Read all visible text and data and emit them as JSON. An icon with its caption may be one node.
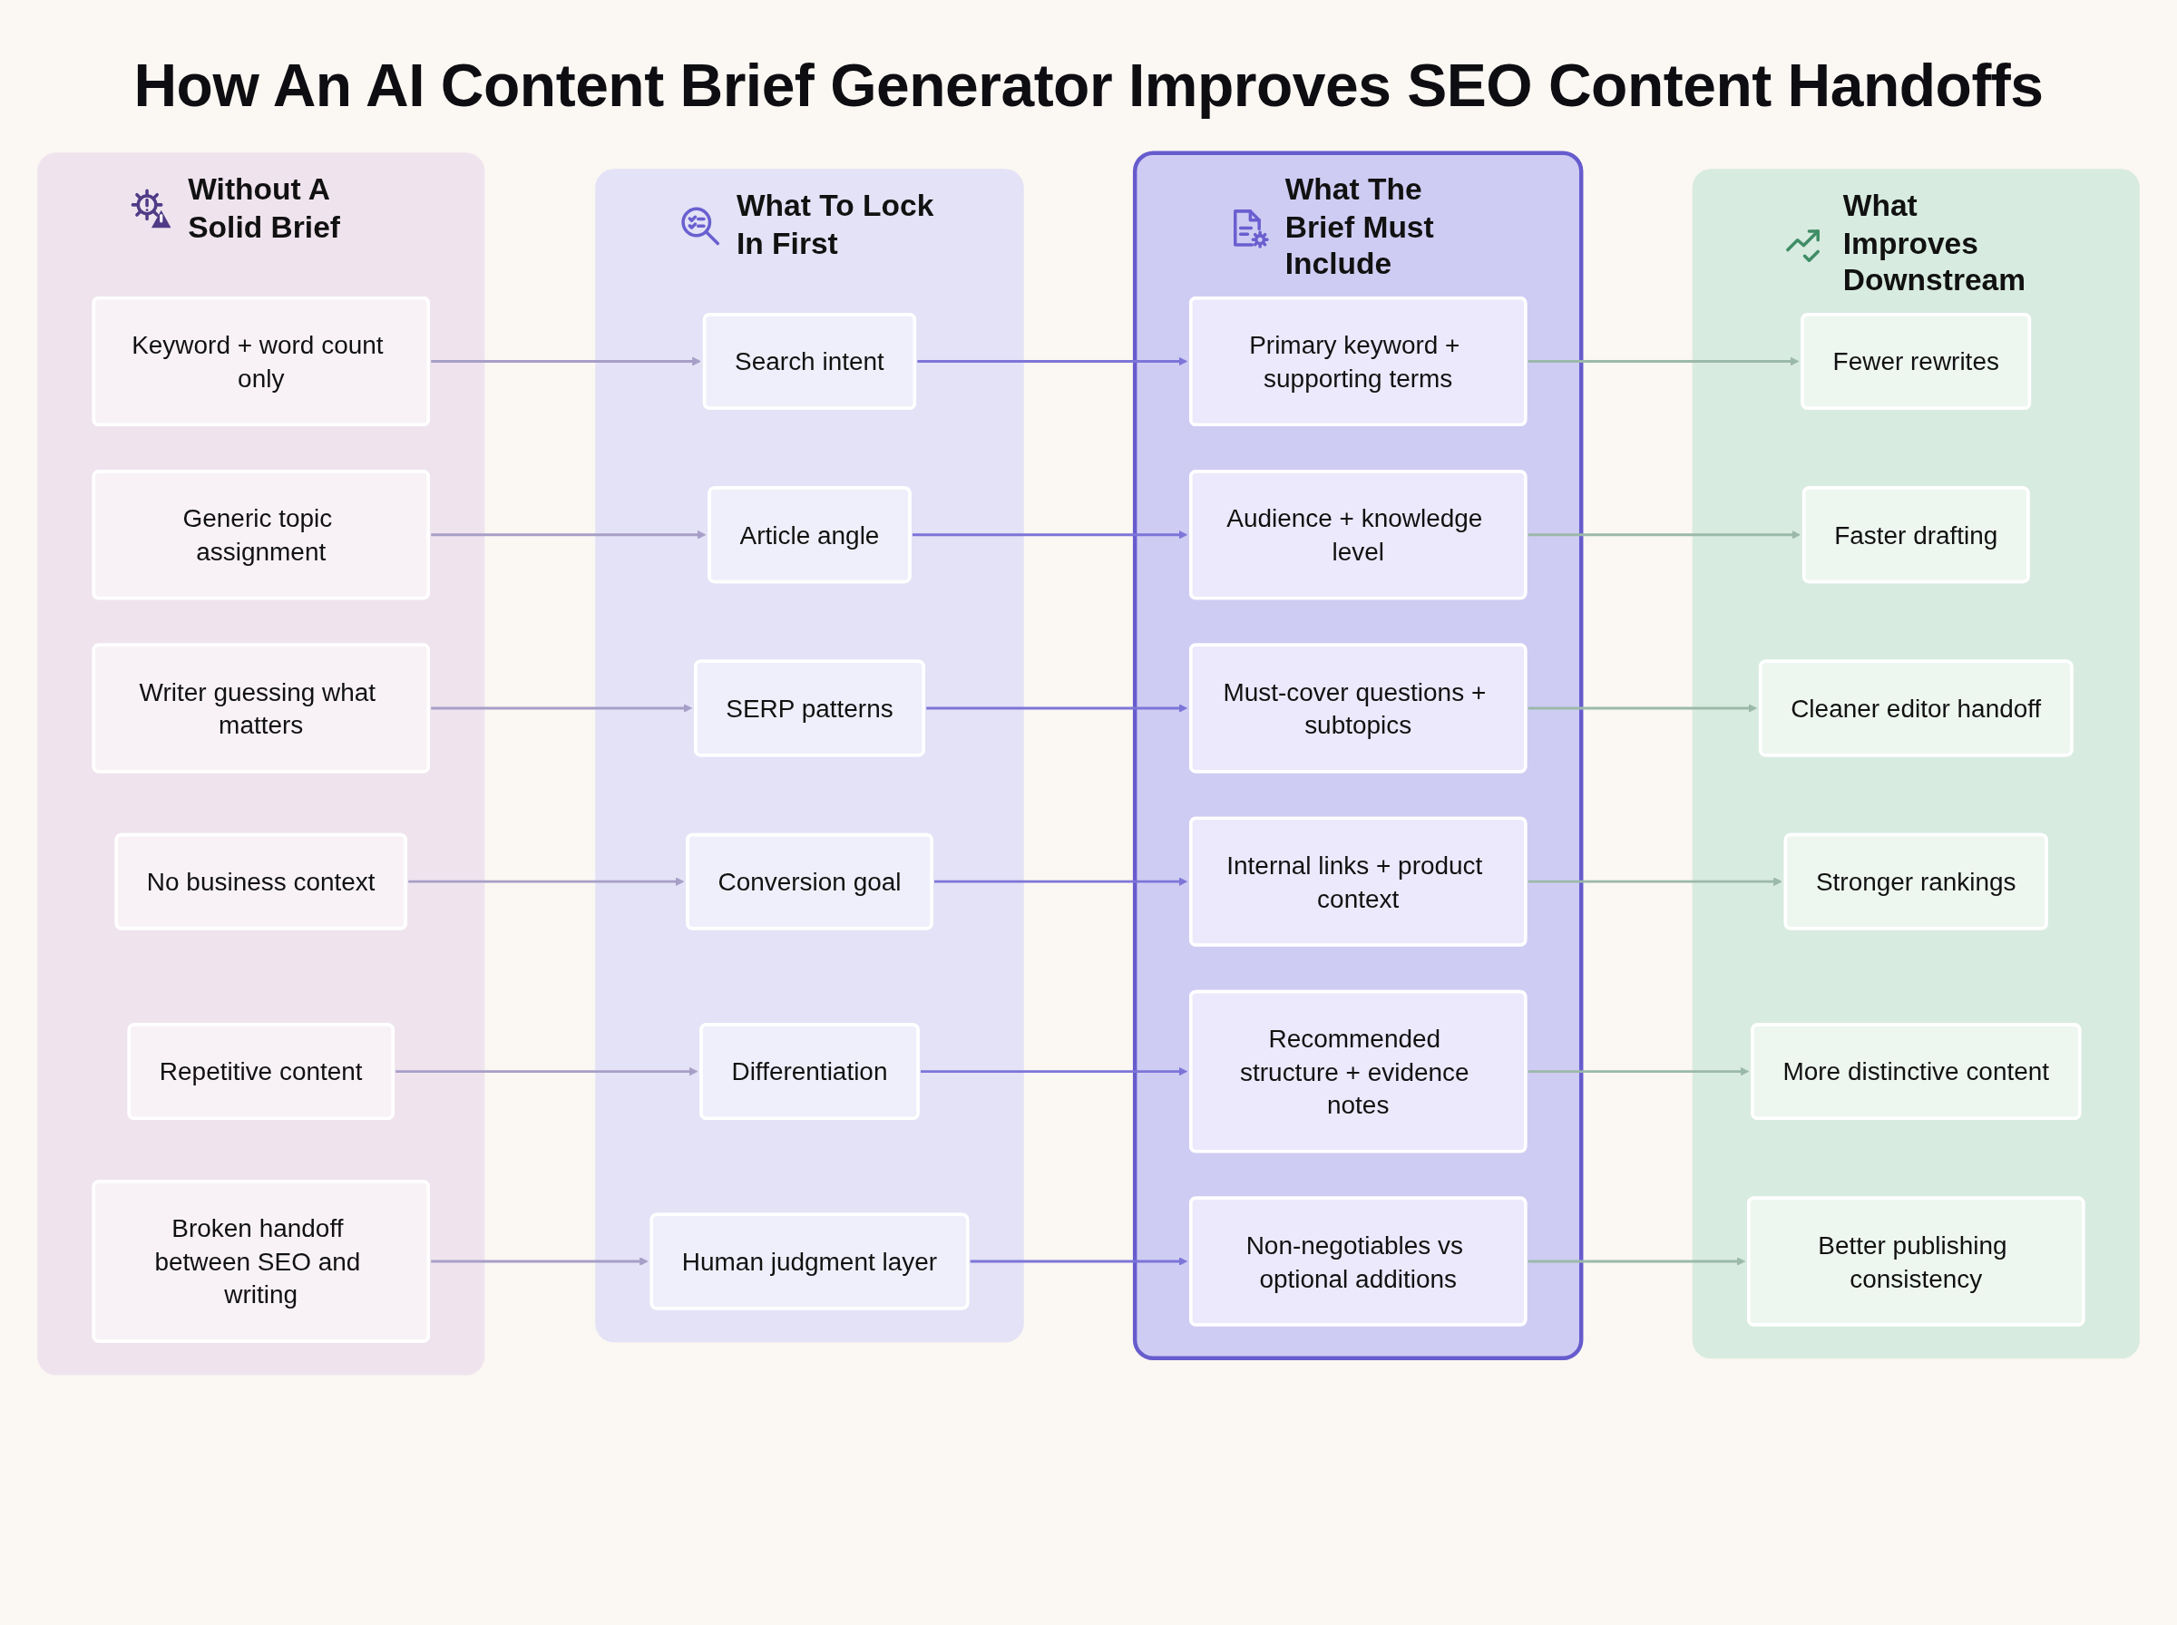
{
  "diagram": {
    "title": "How An AI Content Brief Generator Improves SEO Content Handoffs",
    "nodes": [
      {
        "text": [
          "Without A Solid Brief"
        ]
      },
      {
        "text": [
          "Keyword + word count only"
        ],
        "in": 0
      },
      {
        "text": [
          "Generic topic assignment"
        ],
        "in": 0
      },
      {
        "text": [
          "Writer guessing what matters"
        ],
        "in": 0
      },
      {
        "text": [
          "No business context"
        ],
        "in": 0
      },
      {
        "text": [
          "Repetitive content"
        ],
        "in": 0
      },
      {
        "text": [
          "Broken handoff between SEO and writing"
        ],
        "in": 0
      },
      {
        "text": [
          "What To Lock In First"
        ]
      },
      {
        "text": [
          "Search intent"
        ],
        "in": 7
      },
      {
        "text": [
          "Article angle"
        ],
        "in": 7
      },
      {
        "text": [
          "SERP patterns"
        ],
        "in": 7
      },
      {
        "text": [
          "Conversion goal"
        ],
        "in": 7
      },
      {
        "text": [
          "Differentiation"
        ],
        "in": 7
      },
      {
        "text": [
          "Human judgment layer"
        ],
        "in": 7
      },
      {
        "text": [
          "What The Brief Must Include"
        ]
      },
      {
        "text": [
          "Primary keyword + supporting terms"
        ],
        "in": 14
      },
      {
        "text": [
          "Audience + knowledge level"
        ],
        "in": 14
      },
      {
        "text": [
          "Must-cover questions + subtopics"
        ],
        "in": 14
      },
      {
        "text": [
          "Internal links + product context"
        ],
        "in": 14
      },
      {
        "text": [
          "Recommended structure + evidence notes"
        ],
        "in": 14
      },
      {
        "text": [
          "Non-negotiables vs optional additions"
        ],
        "in": 14
      },
      {
        "text": [
          "What Improves Downstream"
        ]
      },
      {
        "text": [
          "Fewer rewrites"
        ],
        "in": 21
      },
      {
        "text": [
          "Faster drafting"
        ],
        "in": 21
      },
      {
        "text": [
          "Cleaner editor handoff"
        ],
        "in": 21
      },
      {
        "text": [
          "Stronger rankings"
        ],
        "in": 21
      },
      {
        "text": [
          "More distinctive content"
        ],
        "in": 21
      },
      {
        "text": [
          "Better publishing consistency"
        ],
        "in": 21
      }
    ],
    "edges": [
      {
        "from": 1,
        "to": 8,
        "arrow": "to",
        "color": "#a79fc7"
      },
      {
        "from": 8,
        "to": 15,
        "arrow": "to",
        "color": "#7d75d8"
      },
      {
        "from": 15,
        "to": 22,
        "arrow": "to",
        "color": "#9bb9aa"
      },
      {
        "from": 2,
        "to": 9,
        "arrow": "to",
        "color": "#a79fc7"
      },
      {
        "from": 9,
        "to": 16,
        "arrow": "to",
        "color": "#7d75d8"
      },
      {
        "from": 16,
        "to": 23,
        "arrow": "to",
        "color": "#9bb9aa"
      },
      {
        "from": 3,
        "to": 10,
        "arrow": "to",
        "color": "#a79fc7"
      },
      {
        "from": 10,
        "to": 17,
        "arrow": "to",
        "color": "#7d75d8"
      },
      {
        "from": 17,
        "to": 24,
        "arrow": "to",
        "color": "#9bb9aa"
      },
      {
        "from": 4,
        "to": 11,
        "arrow": "to",
        "color": "#a79fc7"
      },
      {
        "from": 11,
        "to": 18,
        "arrow": "to",
        "color": "#7d75d8"
      },
      {
        "from": 18,
        "to": 25,
        "arrow": "to",
        "color": "#9bb9aa"
      },
      {
        "from": 5,
        "to": 12,
        "arrow": "to",
        "color": "#a79fc7"
      },
      {
        "from": 12,
        "to": 19,
        "arrow": "to",
        "color": "#7d75d8"
      },
      {
        "from": 19,
        "to": 26,
        "arrow": "to",
        "color": "#9bb9aa"
      },
      {
        "from": 6,
        "to": 13,
        "arrow": "to",
        "color": "#a79fc7"
      },
      {
        "from": 13,
        "to": 20,
        "arrow": "to",
        "color": "#7d75d8"
      },
      {
        "from": 20,
        "to": 27,
        "arrow": "to",
        "color": "#9bb9aa"
      }
    ]
  }
}
